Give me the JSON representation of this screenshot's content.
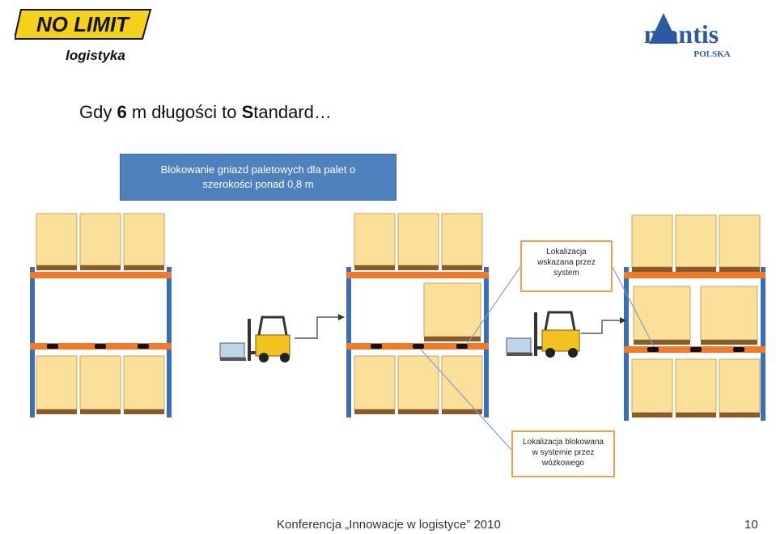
{
  "logos": {
    "left_main": "NO LIMIT",
    "left_sub": "logistyka",
    "right_main": "mantis",
    "right_sub": "POLSKA"
  },
  "title": {
    "pre": "Gdy ",
    "bold_num": "6",
    "mid": " m długości to ",
    "bold_letter": "S",
    "post": "tandard…"
  },
  "blue_box": {
    "line1": "Blokowanie gniazd paletowych dla palet o",
    "line2": "szerokości ponad 0,8 m"
  },
  "callout_system": {
    "line1": "Lokalizacja",
    "line2": "wskazana przez",
    "line3": "system"
  },
  "callout_blocked": {
    "line1": "Lokalizacja blokowana",
    "line2": "w systemie przez",
    "line3": "wózkowego"
  },
  "footer": {
    "text": "Konferencja „Innowacje w logistyce” 2010",
    "page": "10"
  },
  "colors": {
    "upright": "#3a6fb5",
    "beam": "#f07a28",
    "box": "#fbe09a",
    "box_border": "#c9a55a",
    "pallet": "#8a5a2b",
    "blue_box": "#4f81bd",
    "callout_border": "#f0a050",
    "forklift": "#f4c21d",
    "arrow_line": "#7f9fcf"
  },
  "icons": [
    "forklift-icon",
    "arrow-icon",
    "pallet-rack-icon"
  ]
}
